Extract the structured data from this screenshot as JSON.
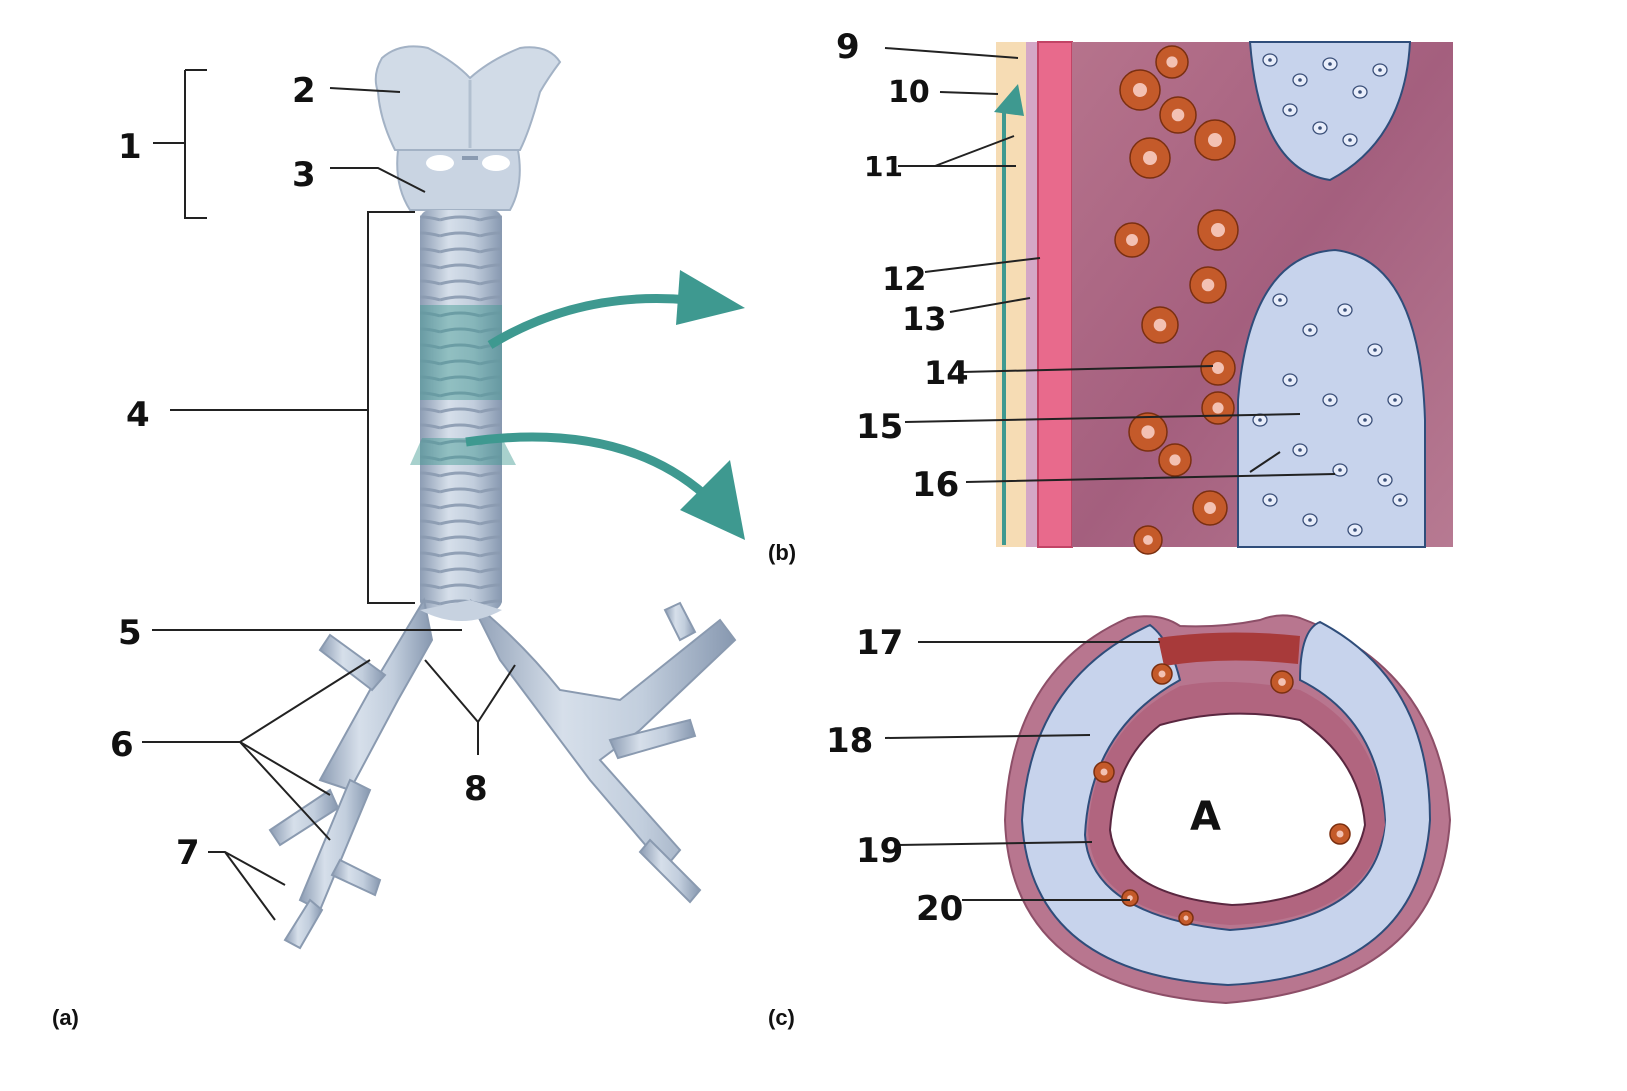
{
  "figure": {
    "panels": {
      "a": "(a)",
      "b": "(b)",
      "c": "(c)"
    },
    "numbers": [
      "1",
      "2",
      "3",
      "4",
      "5",
      "6",
      "7",
      "8",
      "9",
      "10",
      "11",
      "12",
      "13",
      "14",
      "15",
      "16",
      "17",
      "18",
      "19",
      "20"
    ],
    "lumen_letter": "A",
    "colors": {
      "cartilage": "#c5d2e2",
      "cartilage_dark": "#9fb0c6",
      "teal": "#3e9990",
      "lamina": "#b36c8a",
      "epithelium": "#e86a8c",
      "mucus": "#f6dcb4",
      "gland": "#c45a2a",
      "hyaline": "#c7d3ec",
      "outline": "#2f4d7a"
    }
  }
}
